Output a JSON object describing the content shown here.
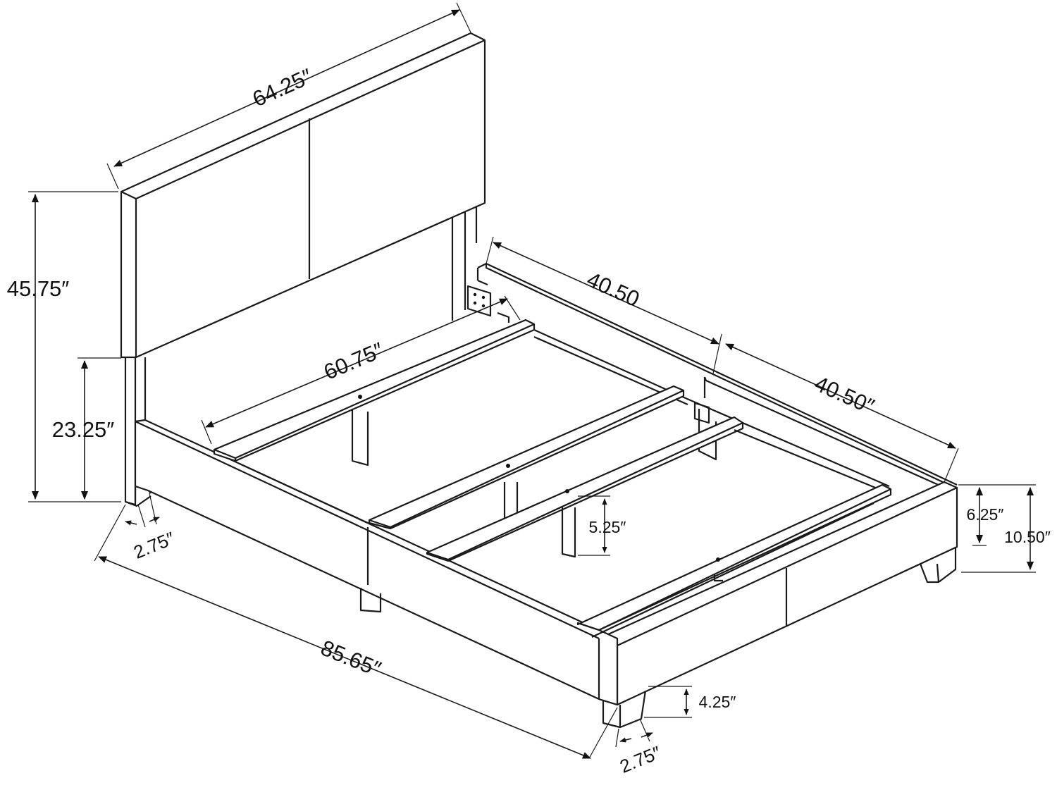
{
  "dimensions": {
    "headboard_width": "64.25″",
    "headboard_height": "45.75″",
    "headboard_clearance": "23.25″",
    "headboard_leg_depth": "2.75″",
    "inner_width": "60.75″",
    "side_rail_front": "40.50",
    "side_rail_back": "40.50″",
    "overall_length": "85.65″",
    "rail_height": "6.25″",
    "overall_rail_height": "10.50″",
    "center_leg_height": "5.25″",
    "leg_height": "4.25″",
    "foot_leg_depth": "2.75″"
  },
  "colors": {
    "line": "#1a1a1a",
    "background": "#ffffff"
  }
}
